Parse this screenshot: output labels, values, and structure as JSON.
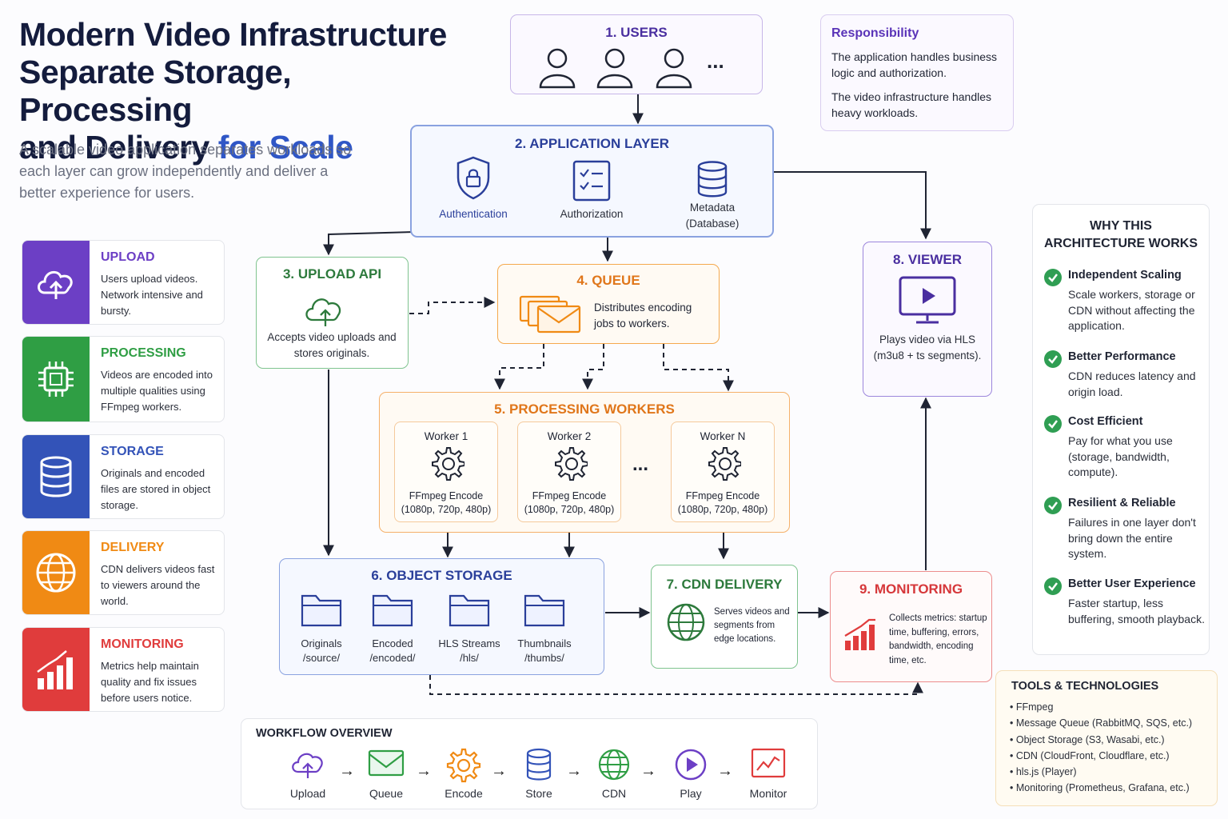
{
  "header": {
    "title_line1": "Modern Video Infrastructure",
    "title_line2": "Separate Storage, Processing",
    "title_line3a": "and Delivery",
    "title_line3b": " for Scale",
    "subtitle": "A scalable video application separates workloads so each layer can grow independently and deliver a better experience for users."
  },
  "sidebar": {
    "cards": [
      {
        "title": "UPLOAD",
        "desc": "Users upload videos. Network intensive and bursty.",
        "color": "#6c3fc5",
        "icon": "cloud-upload-icon"
      },
      {
        "title": "PROCESSING",
        "desc": "Videos are encoded into multiple qualities using FFmpeg workers.",
        "color": "#2f9e44",
        "icon": "chip-icon"
      },
      {
        "title": "STORAGE",
        "desc": "Originals and encoded files are stored in object storage.",
        "color": "#3353b8",
        "icon": "database-icon"
      },
      {
        "title": "DELIVERY",
        "desc": "CDN delivers videos fast to viewers around the world.",
        "color": "#f08a14",
        "icon": "globe-icon"
      },
      {
        "title": "MONITORING",
        "desc": "Metrics help maintain quality and fix issues before users notice.",
        "color": "#e03c3c",
        "icon": "bar-chart-icon"
      }
    ]
  },
  "diagram": {
    "users": {
      "title": "1.  USERS",
      "more": "..."
    },
    "responsibility": {
      "title": "Responsibility",
      "p1": "The application handles business logic and authorization.",
      "p2": "The video infrastructure handles heavy workloads."
    },
    "app_layer": {
      "title": "2. APPLICATION LAYER",
      "auth": "Authentication",
      "authz": "Authorization",
      "meta1": "Metadata",
      "meta2": "(Database)"
    },
    "upload_api": {
      "title": "3. UPLOAD API",
      "desc": "Accepts video uploads and stores originals."
    },
    "queue": {
      "title": "4. QUEUE",
      "desc": "Distributes encoding jobs to workers."
    },
    "workers": {
      "title": "5. PROCESSING WORKERS",
      "items": [
        {
          "name": "Worker 1",
          "d1": "FFmpeg Encode",
          "d2": "(1080p, 720p, 480p)"
        },
        {
          "name": "Worker 2",
          "d1": "FFmpeg Encode",
          "d2": "(1080p, 720p, 480p)"
        },
        {
          "name": "Worker N",
          "d1": "FFmpeg Encode",
          "d2": "(1080p, 720p, 480p)"
        }
      ],
      "ellipsis": "..."
    },
    "object_storage": {
      "title": "6. OBJECT STORAGE",
      "folders": [
        {
          "l1": "Originals",
          "l2": "/source/"
        },
        {
          "l1": "Encoded",
          "l2": "/encoded/"
        },
        {
          "l1": "HLS Streams",
          "l2": "/hls/"
        },
        {
          "l1": "Thumbnails",
          "l2": "/thumbs/"
        }
      ]
    },
    "cdn": {
      "title": "7. CDN DELIVERY",
      "desc": "Serves videos and segments from edge locations."
    },
    "viewer": {
      "title": "8. VIEWER",
      "desc": "Plays video via HLS (m3u8 + ts segments)."
    },
    "monitoring": {
      "title": "9. MONITORING",
      "desc": "Collects metrics: startup time, buffering, errors, bandwidth, encoding time, etc."
    }
  },
  "why": {
    "title": "WHY THIS ARCHITECTURE WORKS",
    "items": [
      {
        "title": "Independent Scaling",
        "desc": "Scale workers, storage or CDN without affecting the application."
      },
      {
        "title": "Better Performance",
        "desc": "CDN reduces latency and origin load."
      },
      {
        "title": "Cost Efficient",
        "desc": "Pay for what you use (storage, bandwidth, compute)."
      },
      {
        "title": "Resilient & Reliable",
        "desc": "Failures in one layer don't bring down the entire system."
      },
      {
        "title": "Better User Experience",
        "desc": "Faster startup, less buffering, smooth playback."
      }
    ]
  },
  "tools": {
    "title": "TOOLS & TECHNOLOGIES",
    "items": [
      "FFmpeg",
      "Message Queue (RabbitMQ, SQS, etc.)",
      "Object Storage (S3, Wasabi, etc.)",
      "CDN (CloudFront, Cloudflare, etc.)",
      "hls.js (Player)",
      "Monitoring (Prometheus, Grafana, etc.)"
    ]
  },
  "workflow": {
    "title": "WORKFLOW OVERVIEW",
    "steps": [
      {
        "label": "Upload",
        "icon": "cloud-upload-icon"
      },
      {
        "label": "Queue",
        "icon": "envelope-icon"
      },
      {
        "label": "Encode",
        "icon": "gear-icon"
      },
      {
        "label": "Store",
        "icon": "database-icon"
      },
      {
        "label": "CDN",
        "icon": "globe-icon"
      },
      {
        "label": "Play",
        "icon": "play-icon"
      },
      {
        "label": "Monitor",
        "icon": "line-chart-icon"
      }
    ]
  }
}
